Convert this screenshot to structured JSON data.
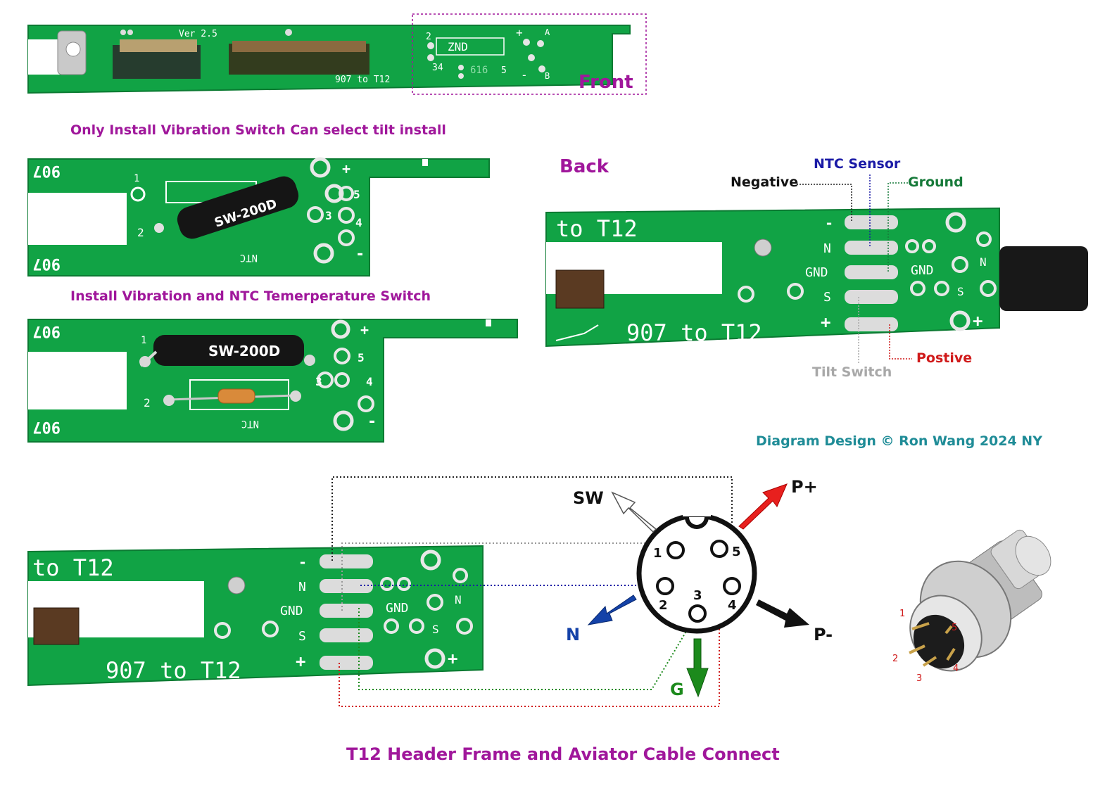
{
  "front": {
    "label": "Front",
    "silk_version": "Ver 2.5",
    "silk_title": "907 to T12",
    "silk_code": "616",
    "silk_pads_a": "A",
    "silk_pads_b": "B",
    "silk_num_2": "2",
    "silk_num_34": "34",
    "silk_num_5": "5",
    "silk_znd": "ZND",
    "silk_plus": "+",
    "silk_minus": "-"
  },
  "tilt_section": {
    "caption": "Only Install Vibration Switch Can select tilt install",
    "component": "SW-200D",
    "silk_907": "907",
    "silk_ntc": "NTC",
    "silk_1": "1",
    "silk_2": "2",
    "silk_3": "3",
    "silk_4": "4",
    "silk_5": "5",
    "silk_plus": "+",
    "silk_minus": "-"
  },
  "ntc_section": {
    "caption": "Install Vibration and NTC Temerperature Switch",
    "component": "SW-200D",
    "silk_907": "907",
    "silk_ntc": "NTC",
    "silk_1": "1",
    "silk_2": "2",
    "silk_3": "3",
    "silk_4": "4",
    "silk_5": "5",
    "silk_plus": "+",
    "silk_minus": "-"
  },
  "back": {
    "label": "Back",
    "silk_to_t12": "to  T12",
    "silk_title": "907  to  T12",
    "pad_labels": [
      "-",
      "N",
      "GND",
      "S",
      "+"
    ],
    "right_labels": {
      "gnd": "GND",
      "n": "N",
      "s": "S",
      "plus": "+"
    },
    "callouts": {
      "negative": "Negative",
      "ntc_sensor": "NTC Sensor",
      "ground": "Ground",
      "positive": "Postive",
      "tilt_switch": "Tilt Switch"
    }
  },
  "credit": "Diagram Design © Ron Wang 2024 NY",
  "connector": {
    "board_to_t12": "to  T12",
    "board_title": "907  to  T12",
    "pad_labels": [
      "-",
      "N",
      "GND",
      "S",
      "+"
    ],
    "right_labels": {
      "gnd": "GND",
      "n": "N",
      "s": "S",
      "plus": "+"
    },
    "pins": [
      "1",
      "2",
      "3",
      "4",
      "5"
    ],
    "arrows": {
      "sw": "SW",
      "p_plus": "P+",
      "p_minus": "P-",
      "n": "N",
      "g": "G"
    },
    "plug_pins": [
      "1",
      "2",
      "3",
      "4",
      "5"
    ]
  },
  "title": "T12 Header Frame and Aviator Cable Connect",
  "colors": {
    "caption_magenta": "#a0179b",
    "pcb_green": "#11a345",
    "ntc_blue": "#1a1aa6",
    "ground_green": "#177a3a",
    "positive_red": "#d01a1a",
    "tilt_gray": "#a8a8a8",
    "credit_teal": "#1f8c97",
    "p_plus_red": "#e8201e",
    "n_blue": "#1442a8",
    "g_green": "#1c8a1c"
  }
}
